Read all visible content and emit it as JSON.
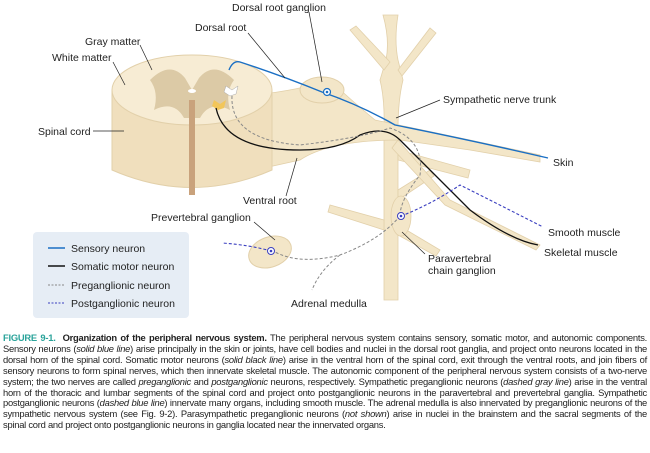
{
  "figure": {
    "labels": {
      "dorsal_root_ganglion": "Dorsal root ganglion",
      "dorsal_root": "Dorsal root",
      "gray_matter": "Gray matter",
      "white_matter": "White matter",
      "spinal_cord": "Spinal cord",
      "sympathetic_nerve_trunk": "Sympathetic nerve trunk",
      "skin": "Skin",
      "ventral_root": "Ventral root",
      "prevertebral_ganglion": "Prevertebral ganglion",
      "smooth_muscle": "Smooth muscle",
      "skeletal_muscle": "Skeletal muscle",
      "paravertebral_line1": "Paravertebral",
      "paravertebral_line2": "chain ganglion",
      "adrenal_medulla": "Adrenal medulla"
    },
    "legend": [
      {
        "label": "Sensory neuron",
        "color": "#1a6fc4",
        "style": "solid"
      },
      {
        "label": "Somatic motor neuron",
        "color": "#111111",
        "style": "solid"
      },
      {
        "label": "Preganglionic neuron",
        "color": "#888888",
        "style": "dashed"
      },
      {
        "label": "Postganglionic neuron",
        "color": "#3a3fc0",
        "style": "dashed"
      }
    ],
    "colors": {
      "tissue": "#f3e6c8",
      "gray_matter": "#dccaa6",
      "legend_bg": "#e6edf5"
    }
  },
  "caption": {
    "number": "FIGURE 9-1.",
    "title": "Organization of the peripheral nervous system.",
    "p1": " The peripheral nervous system contains sensory, somatic motor, and autonomic components. Sensory neurons (",
    "i1": "solid blue line",
    "p2": ") arise principally in the skin or joints, have cell bodies and nuclei in the dorsal root ganglia, and project onto neurons located in the dorsal horn of the spinal cord. Somatic motor neurons (",
    "i2": "solid black line",
    "p3": ") arise in the ventral horn of the spinal cord, exit through the ventral roots, and join fibers of sensory neurons to form spinal nerves, which then innervate skeletal muscle. The autonomic component of the peripheral nervous system consists of a two-nerve system; the two nerves are called ",
    "i3": "preganglionic",
    "p4": " and ",
    "i4": "postganglionic",
    "p5": " neurons, respectively. Sympathetic preganglionic neurons (",
    "i5": "dashed gray line",
    "p6": ") arise in the ventral horn of the thoracic and lumbar segments of the spinal cord and project onto postganglionic neurons in the paravertebral and prevertebral ganglia. Sympathetic postganglionic neurons (",
    "i6": "dashed blue line",
    "p7": ") innervate many organs, including smooth muscle. The adrenal medulla is also innervated by preganglionic neurons of the sympathetic nervous system (see Fig. 9-2). Parasympathetic preganglionic neurons (",
    "i7": "not shown",
    "p8": ") arise in nuclei in the brainstem and the sacral segments of the spinal cord and project onto postganglionic neurons in ganglia located near the innervated organs."
  }
}
